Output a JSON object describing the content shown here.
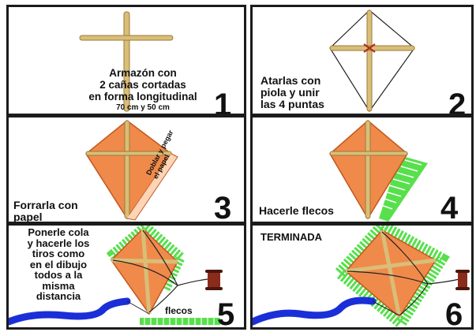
{
  "steps": [
    {
      "number": "1",
      "caption": "Armazón con\n2 cañas cortadas\nen forma longitudinal",
      "measure": "70 cm y 50 cm"
    },
    {
      "number": "2",
      "caption": "Atarlas con\npiola y unir\nlas 4 puntas"
    },
    {
      "number": "3",
      "caption": "Forrarla con\npapel",
      "side_note": "Doblar y pegar\nel papel"
    },
    {
      "number": "4",
      "caption": "Hacerle flecos"
    },
    {
      "number": "5",
      "caption": "Ponerle cola\ny hacerle los\ntiros como\nen el dibujo\ntodos a la\nmisma\ndistancia",
      "fringe_label": "flecos"
    },
    {
      "number": "6",
      "caption": "TERMINADA"
    }
  ],
  "colors": {
    "cane": "#d9be78",
    "cane_dark": "#9c7b3a",
    "kite_fill": "#f08a4b",
    "kite_edge": "#c2571d",
    "fringe": "#57e04c",
    "tail": "#1a2fd8",
    "string": "#222222",
    "spool": "#8a2b1c"
  }
}
